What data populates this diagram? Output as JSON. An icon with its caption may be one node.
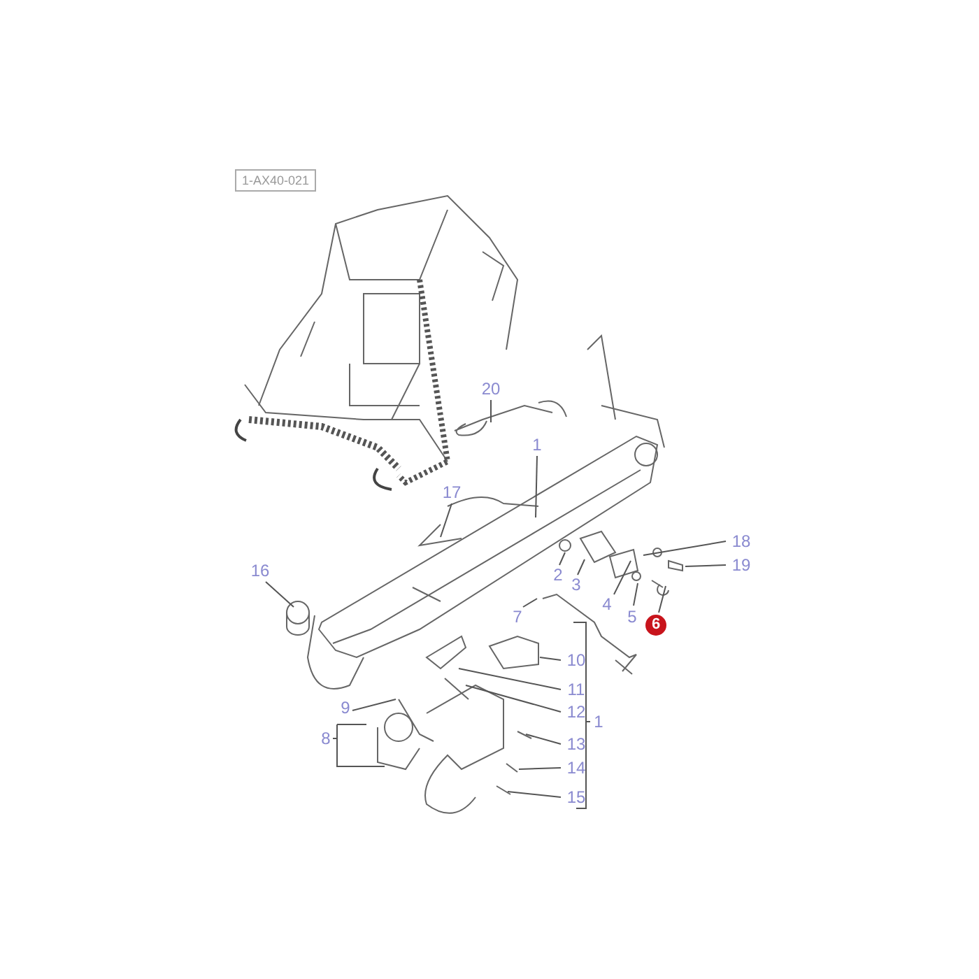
{
  "diagram": {
    "nodes": [
      {
        "text": [
          "20"
        ]
      },
      {
        "text": [
          "1"
        ]
      },
      {
        "text": [
          "17"
        ]
      },
      {
        "text": [
          "16"
        ]
      },
      {
        "text": [
          "18"
        ]
      },
      {
        "text": [
          "19"
        ]
      },
      {
        "text": [
          "2"
        ]
      },
      {
        "text": [
          "3"
        ]
      },
      {
        "text": [
          "4"
        ]
      },
      {
        "text": [
          "5"
        ]
      },
      {
        "text": [
          "6"
        ]
      },
      {
        "text": [
          "7"
        ]
      },
      {
        "text": [
          "10"
        ]
      },
      {
        "text": [
          "11"
        ]
      },
      {
        "text": [
          "12"
        ]
      },
      {
        "text": [
          "9"
        ]
      },
      {
        "text": [
          "13"
        ]
      },
      {
        "text": [
          "14"
        ]
      },
      {
        "text": [
          "15"
        ]
      }
    ],
    "edges": [
      {
        "from": 0,
        "to": null,
        "arrow": "none"
      },
      {
        "from": 1,
        "to": null,
        "arrow": "none"
      },
      {
        "from": 2,
        "to": null,
        "arrow": "none"
      },
      {
        "from": 3,
        "to": null,
        "arrow": "none"
      },
      {
        "from": 4,
        "to": null,
        "arrow": "none"
      },
      {
        "from": 5,
        "to": null,
        "arrow": "none"
      },
      {
        "from": 6,
        "to": null,
        "arrow": "none"
      },
      {
        "from": 7,
        "to": null,
        "arrow": "none"
      },
      {
        "from": 8,
        "to": null,
        "arrow": "none"
      },
      {
        "from": 9,
        "to": null,
        "arrow": "none"
      },
      {
        "from": 10,
        "to": null,
        "arrow": "none"
      },
      {
        "from": 11,
        "to": null,
        "arrow": "none"
      },
      {
        "from": 12,
        "to": null,
        "arrow": "none"
      },
      {
        "from": 13,
        "to": null,
        "arrow": "none"
      },
      {
        "from": 14,
        "to": null,
        "arrow": "none"
      },
      {
        "from": 15,
        "to": null,
        "arrow": "none"
      },
      {
        "from": 16,
        "to": null,
        "arrow": "none"
      },
      {
        "from": 17,
        "to": null,
        "arrow": "none"
      },
      {
        "from": 18,
        "to": null,
        "arrow": "none"
      }
    ],
    "labels": [
      "1-AX40-021",
      "8",
      "1"
    ]
  }
}
